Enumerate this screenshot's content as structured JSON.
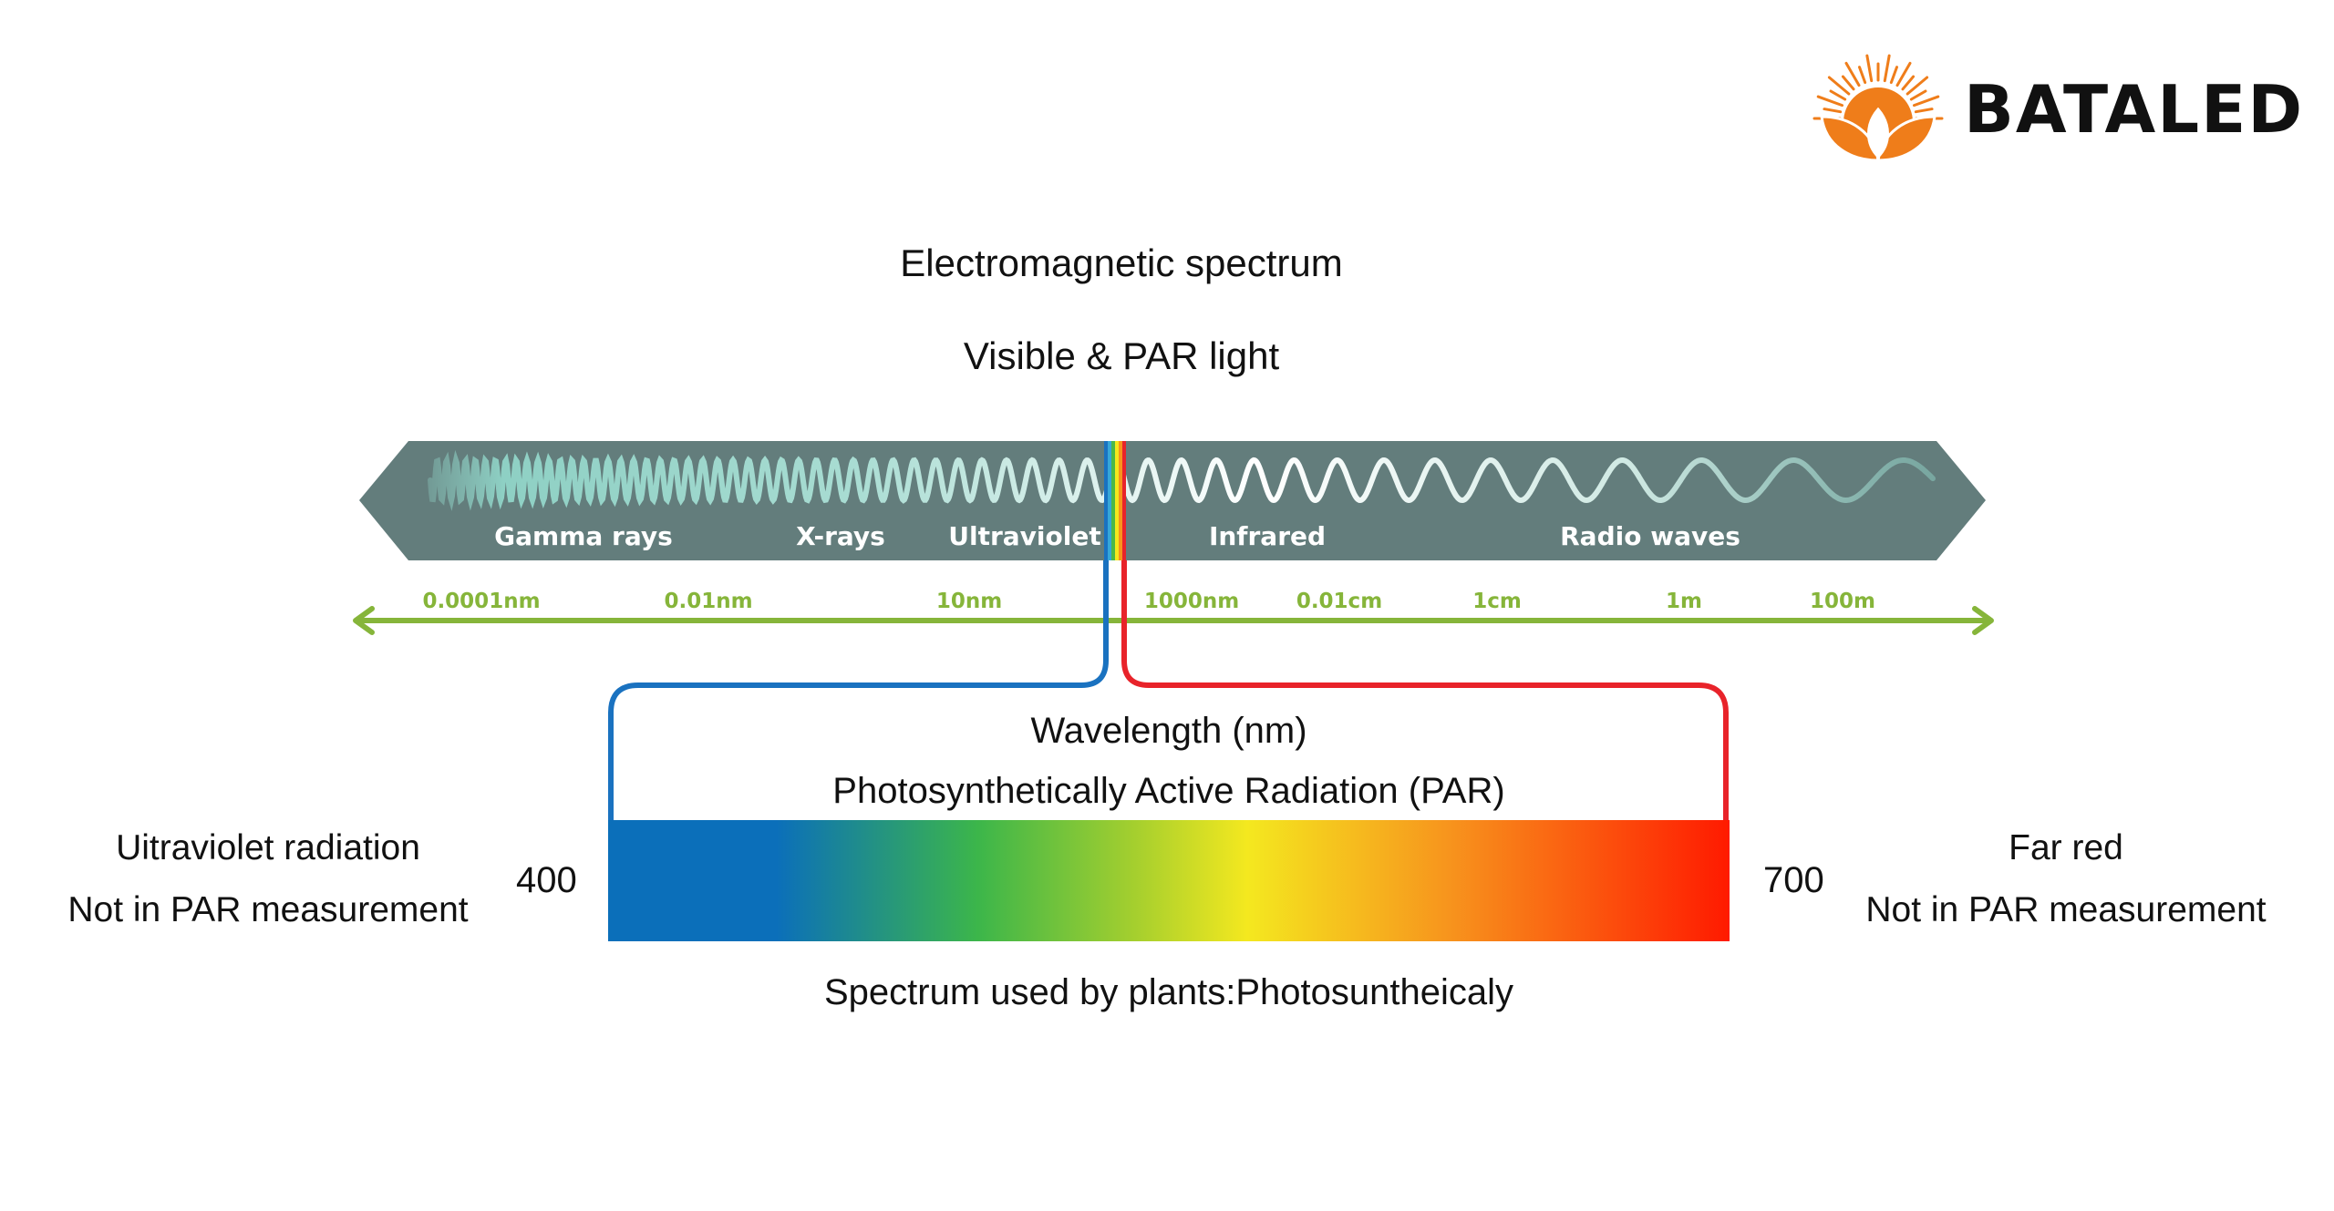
{
  "brand": {
    "name": "BATALED",
    "colors": {
      "logo_orange": "#ef7d1a",
      "text": "#111111"
    }
  },
  "titles": {
    "main": "Electromagnetic spectrum",
    "sub": "Visible & PAR light"
  },
  "em_band": {
    "color": "#637d7c",
    "wave_color": "#8ed0c4",
    "regions": [
      "Gamma rays",
      "X-rays",
      "Ultraviolet",
      "Infrared",
      "Radio waves"
    ]
  },
  "wavelength_scale": {
    "color": "#86b53a",
    "ticks": [
      "0.0001nm",
      "0.01nm",
      "10nm",
      "1000nm",
      "0.01cm",
      "1cm",
      "1m",
      "100m"
    ]
  },
  "par": {
    "wavelength_label": "Wavelength (nm)",
    "par_label": "Photosynthetically Active Radiation (PAR)",
    "min": "400",
    "max": "700",
    "caption": "Spectrum used by plants:Photosuntheicaly",
    "bracket_colors": {
      "left": "#1a72c0",
      "right": "#e8232a"
    },
    "gradient_colors": [
      "#0b6fba",
      "#0b6fba",
      "#3cb64a",
      "#a5cf2e",
      "#f4e81f",
      "#f7941d",
      "#ff1a00"
    ]
  },
  "left_note": {
    "title": "Uitraviolet radiation",
    "detail": "Not in PAR measurement"
  },
  "right_note": {
    "title": "Far red",
    "detail": "Not in PAR measurement"
  }
}
